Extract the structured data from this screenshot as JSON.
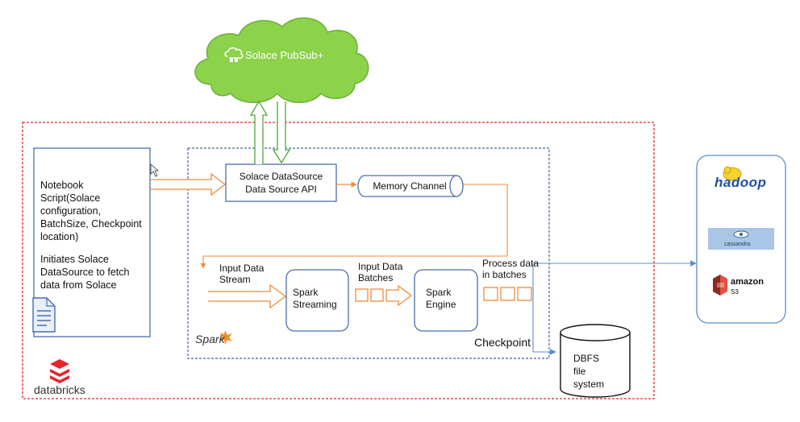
{
  "cloud": {
    "label": "Solace PubSub+",
    "fill": "#8cd24b",
    "icon": "cloud-icon"
  },
  "notebook": {
    "script_text": "Notebook Script(Solace configuration, BatchSize, Checkpoint location)",
    "initiates_text": "Initiates Solace DataSource to fetch data from Solace",
    "icon": "document-icon"
  },
  "datasource": {
    "line1": "Solace DataSource",
    "line2": "Data Source API"
  },
  "memory_channel": {
    "label": "Memory Channel"
  },
  "labels": {
    "input_stream": "Input Data Stream",
    "input_batches": "Input Data Batches",
    "process_batches": "Process data in batches",
    "checkpoint": "Checkpoint"
  },
  "spark_streaming": {
    "label": "Spark Streaming"
  },
  "spark_engine": {
    "label": "Spark Engine"
  },
  "dbfs": {
    "label": "DBFS file system"
  },
  "spark_logo": {
    "text": "Spark"
  },
  "databricks_logo": {
    "text": "databricks"
  },
  "sinks": {
    "hadoop": "hadoop",
    "cassandra": "cassandra",
    "amazon": "amazon",
    "s3": "S3"
  },
  "colors": {
    "red_dashed": "#e3262b",
    "blue_dashed": "#4062b3",
    "orange": "#f08b3c",
    "green": "#4fa83d",
    "blue_arrow": "#5b8fcb"
  }
}
